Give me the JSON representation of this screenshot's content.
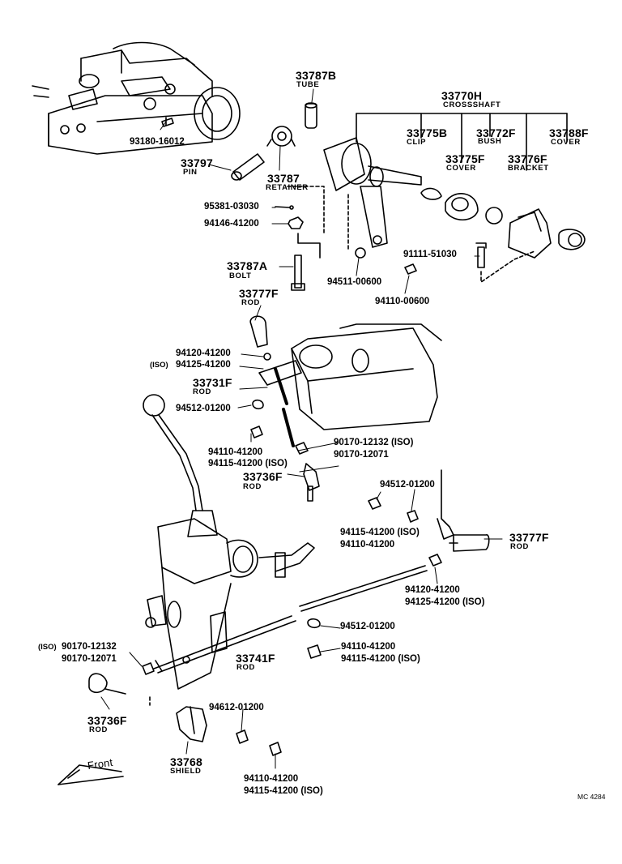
{
  "labels": {
    "p93180_16012": "93180-16012",
    "p33787B": "33787B",
    "tube": "TUBE",
    "p33770H": "33770H",
    "crossshaft": "CROSSSHAFT",
    "p33775B": "33775B",
    "clip": "CLIP",
    "p33772F": "33772F",
    "bush": "BUSH",
    "p33788F": "33788F",
    "cover1": "COVER",
    "p33797": "33797",
    "pin": "PIN",
    "p33787": "33787",
    "retainer": "RETAINER",
    "p33775F": "33775F",
    "cover2": "COVER",
    "p33776F": "33776F",
    "bracket": "BRACKET",
    "p95381_03030": "95381-03030",
    "p94146_41200": "94146-41200",
    "p91111_51030": "91111-51030",
    "p33787A": "33787A",
    "bolt": "BOLT",
    "p94511_00600": "94511-00600",
    "p94110_00600": "94110-00600",
    "p33777F_a": "33777F",
    "rod_a": "ROD",
    "p94120_41200_a": "94120-41200",
    "iso_a": "(ISO)",
    "p94125_41200_a": "94125-41200",
    "p33731F": "33731F",
    "rod_b": "ROD",
    "p94512_01200_a": "94512-01200",
    "p94110_41200_a": "94110-41200",
    "p94115_41200_a": "94115-41200 (ISO)",
    "p90170_12132_a": "90170-12132 (ISO)",
    "p90170_12071_a": "90170-12071",
    "p33736F_a": "33736F",
    "rod_c": "ROD",
    "p94512_01200_b": "94512-01200",
    "p94115_41200_b": "94115-41200 (ISO)",
    "p94110_41200_b": "94110-41200",
    "p33777F_b": "33777F",
    "rod_d": "ROD",
    "p94120_41200_b": "94120-41200",
    "p94125_41200_b": "94125-41200 (ISO)",
    "p94512_01200_c": "94512-01200",
    "p94110_41200_c": "94110-41200",
    "p94115_41200_c": "94115-41200 (ISO)",
    "iso_b": "(ISO)",
    "p90170_12132_b": "90170-12132",
    "p90170_12071_b": "90170-12071",
    "p33741F": "33741F",
    "rod_e": "ROD",
    "p33736F_b": "33736F",
    "rod_f": "ROD",
    "p94612_01200": "94612-01200",
    "p33768": "33768",
    "shield": "SHIELD",
    "p94110_41200_d": "94110-41200",
    "p94115_41200_d": "94115-41200 (ISO)",
    "front": "Front",
    "ref": "MC 4284"
  }
}
